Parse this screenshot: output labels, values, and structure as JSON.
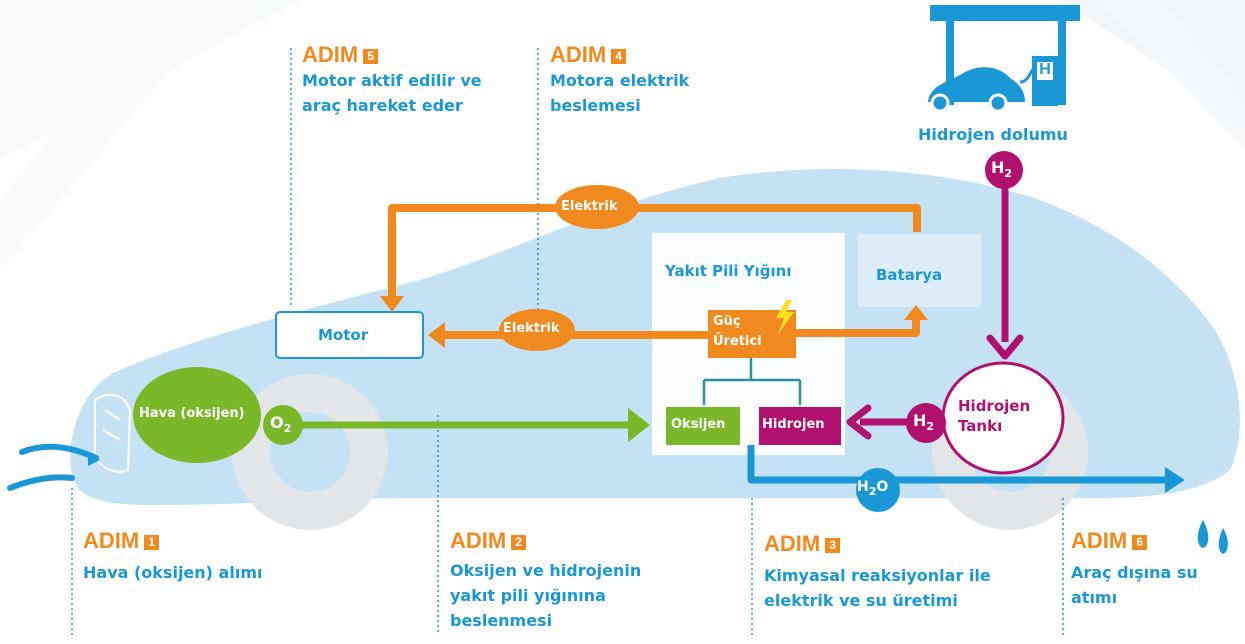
{
  "steps": [
    {
      "label": "ADIM",
      "number": "1",
      "text": [
        "Hava (oksijen) alımı"
      ]
    },
    {
      "label": "ADIM",
      "number": "2",
      "text": [
        "Oksijen ve hidrojenin",
        "yakıt pili yığınına",
        "beslenmesi"
      ]
    },
    {
      "label": "ADIM",
      "number": "3",
      "text": [
        "Kimyasal reaksiyonlar ile",
        "elektrik ve su üretimi"
      ]
    },
    {
      "label": "ADIM",
      "number": "4",
      "text": [
        "Motora elektrik",
        "beslemesi"
      ]
    },
    {
      "label": "ADIM",
      "number": "5",
      "text": [
        "Motor aktif edilir ve",
        "araç hareket eder"
      ]
    },
    {
      "label": "ADIM",
      "number": "6",
      "text": [
        "Araç dışına su",
        "atımı"
      ]
    }
  ],
  "labels": {
    "refuel": "Hidrojen dolumu",
    "station_sign": "H",
    "fuel_cell_stack": "Yakıt Pili Yığını",
    "battery": "Batarya",
    "motor": "Motor",
    "electric_top": "Elektrik",
    "electric_mid": "Elektrik",
    "power_gen": [
      "Güç",
      "Üretici"
    ],
    "oxygen": "Oksijen",
    "hydrogen": "Hidrojen",
    "air": "Hava (oksijen)",
    "tank": [
      "Hidrojen",
      "Tankı"
    ]
  },
  "molecules": {
    "h2": {
      "base": "H",
      "sub": "2"
    },
    "o2": {
      "base": "O",
      "sub": "2"
    },
    "h2o": {
      "base": "H",
      "sub": "2",
      "tail": "O"
    }
  },
  "colors": {
    "orange": "#f08a1e",
    "blue": "#1a98d6",
    "magenta": "#b0116f",
    "green": "#7ab829",
    "teal": "#2a8fa0",
    "car_body": "#c5e2f5"
  }
}
